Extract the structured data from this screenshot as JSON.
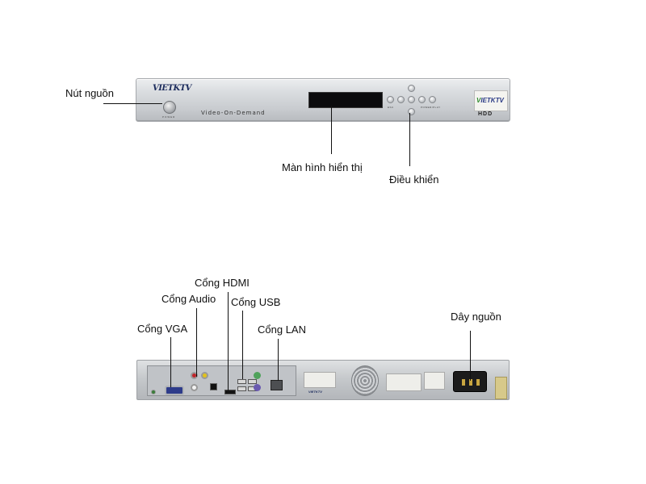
{
  "front_panel": {
    "labels": {
      "power_button": "Nút nguồn",
      "display": "Màn hình hiển thị",
      "controls": "Điều khiển"
    },
    "brand": "VIETKTV",
    "model_text": "Video-On-Demand",
    "power_text": "POWER",
    "hdd_text": "HDD",
    "nav_labels": {
      "left": "ESC",
      "right": "POWER/PLAY"
    }
  },
  "back_panel": {
    "labels": {
      "vga": "Cổng VGA",
      "audio": "Cổng Audio",
      "hdmi": "Cổng HDMI",
      "usb": "Cổng USB",
      "lan": "Cổng LAN",
      "power_cord": "Dây nguồn"
    }
  },
  "colors": {
    "panel_silver": "#c9ccd0",
    "lcd_black": "#0b0b0d",
    "vga_blue": "#2d3b8a",
    "audio_red": "#c0262b",
    "audio_white": "#f2f2f2",
    "audio_yellow": "#e2c21a",
    "ps2_green": "#4fa25b",
    "ps2_purple": "#6a5ab0"
  },
  "icons": [
    "power-button-icon",
    "lcd-display-icon",
    "navigation-button-icon",
    "vga-port-icon",
    "rca-port-icon",
    "optical-port-icon",
    "hdmi-port-icon",
    "usb-port-icon",
    "ps2-port-icon",
    "lan-port-icon",
    "fan-icon",
    "power-socket-icon"
  ]
}
